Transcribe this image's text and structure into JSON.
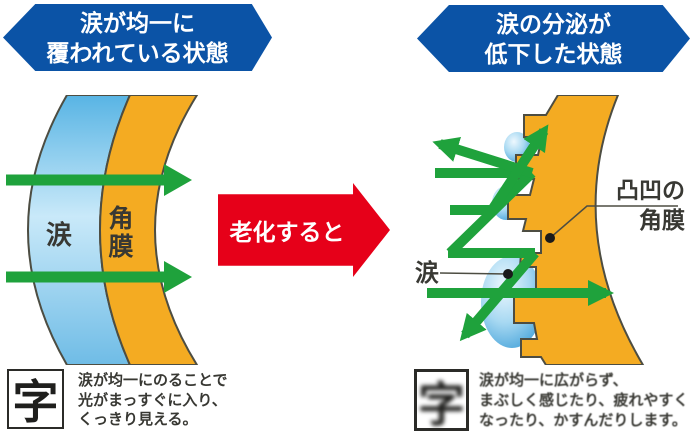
{
  "banner_left": {
    "line1": "涙が均一に",
    "line2": "覆われている状態"
  },
  "banner_right": {
    "line1": "涙の分泌が",
    "line2": "低下した状態"
  },
  "transition_arrow": {
    "label": "老化すると"
  },
  "diagram_left": {
    "tear_label": "涙",
    "cornea_label": "角膜"
  },
  "diagram_right": {
    "tear_label": "涙",
    "bumpy_cornea_label_line1": "凸凹の",
    "bumpy_cornea_label_line2": "角膜"
  },
  "caption_left": {
    "glyph": "字",
    "line1": "涙が均一にのることで",
    "line2": "光がまっすぐに入り、",
    "line3": "くっきり見える。"
  },
  "caption_right": {
    "glyph": "字",
    "line1": "涙が均一に広がらず、",
    "line2": "まぶしく感じたり、疲れやすく",
    "line3": "なったり、かすんだりします。"
  },
  "colors": {
    "banner_blue": "#0b53a6",
    "aging_arrow_red": "#e60019",
    "light_ray_green": "#1fa23c",
    "cornea_orange": "#f4ab22",
    "tear_blue": "#58b4e4",
    "outline_dark": "#4d4d42",
    "text_dark": "#383833"
  }
}
